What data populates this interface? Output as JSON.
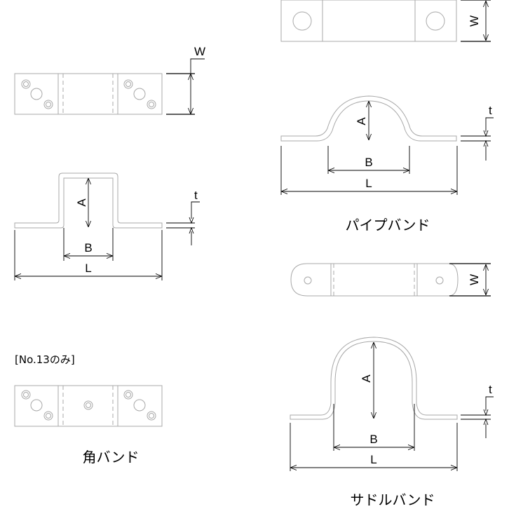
{
  "parts": {
    "kaku_band": {
      "title": "角バンド",
      "variant_note": "[No.13のみ]",
      "dims": {
        "W": "W",
        "A": "A",
        "B": "B",
        "L": "L",
        "t": "t"
      }
    },
    "pipe_band": {
      "title": "パイプバンド",
      "dims": {
        "W": "W",
        "A": "A",
        "B": "B",
        "L": "L",
        "t": "t"
      }
    },
    "saddle_band": {
      "title": "サドルバンド",
      "dims": {
        "W": "W",
        "A": "A",
        "B": "B",
        "L": "L",
        "t": "t"
      }
    }
  },
  "colors": {
    "part_outline": "#a8a8a8",
    "dimension_line": "#000000",
    "background": "#ffffff"
  }
}
